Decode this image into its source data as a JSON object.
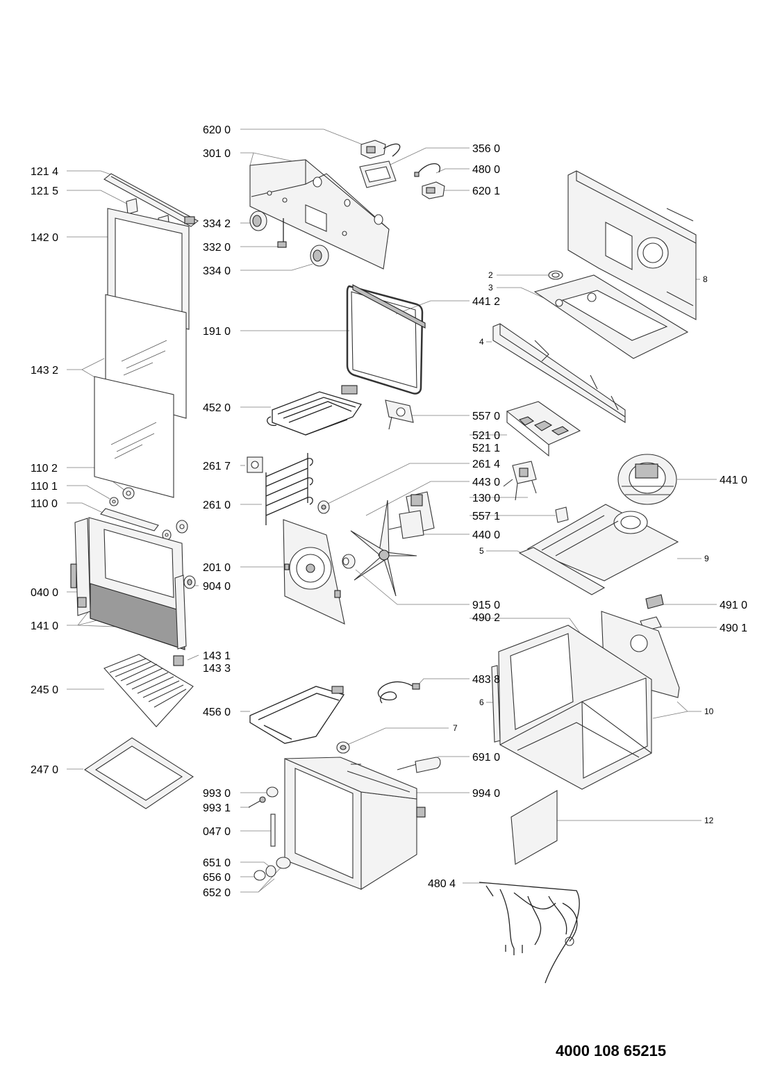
{
  "labels": [
    {
      "id": "l6200a",
      "text": "620 0"
    },
    {
      "id": "l3010",
      "text": "301 0"
    },
    {
      "id": "l3560",
      "text": "356 0"
    },
    {
      "id": "l1214",
      "text": "121 4"
    },
    {
      "id": "l4800",
      "text": "480 0"
    },
    {
      "id": "l1215",
      "text": "121 5"
    },
    {
      "id": "l6201",
      "text": "620 1"
    },
    {
      "id": "l3342",
      "text": "334 2"
    },
    {
      "id": "l1420",
      "text": "142 0"
    },
    {
      "id": "l3320",
      "text": "332 0"
    },
    {
      "id": "l3340",
      "text": "334 0"
    },
    {
      "id": "l2",
      "text": "2"
    },
    {
      "id": "l8",
      "text": "8"
    },
    {
      "id": "l3",
      "text": "3"
    },
    {
      "id": "l4412",
      "text": "441 2"
    },
    {
      "id": "l1910",
      "text": "191 0"
    },
    {
      "id": "l4",
      "text": "4"
    },
    {
      "id": "l1432",
      "text": "143 2"
    },
    {
      "id": "l4520",
      "text": "452 0"
    },
    {
      "id": "l5570",
      "text": "557 0"
    },
    {
      "id": "l5210",
      "text": "521 0"
    },
    {
      "id": "l5211",
      "text": "521 1"
    },
    {
      "id": "l1102",
      "text": "110 2"
    },
    {
      "id": "l2617",
      "text": "261 7"
    },
    {
      "id": "l2614",
      "text": "261 4"
    },
    {
      "id": "l4430",
      "text": "443 0"
    },
    {
      "id": "l4410",
      "text": "441 0"
    },
    {
      "id": "l1101",
      "text": "110 1"
    },
    {
      "id": "l1300",
      "text": "130 0"
    },
    {
      "id": "l1100",
      "text": "110 0"
    },
    {
      "id": "l2610",
      "text": "261 0"
    },
    {
      "id": "l5571",
      "text": "557 1"
    },
    {
      "id": "l4400",
      "text": "440 0"
    },
    {
      "id": "l5",
      "text": "5"
    },
    {
      "id": "l9",
      "text": "9"
    },
    {
      "id": "l2010",
      "text": "201 0"
    },
    {
      "id": "l0400",
      "text": "040 0"
    },
    {
      "id": "l9040",
      "text": "904 0"
    },
    {
      "id": "l9150",
      "text": "915 0"
    },
    {
      "id": "l4910",
      "text": "491 0"
    },
    {
      "id": "l4902",
      "text": "490 2"
    },
    {
      "id": "l1410",
      "text": "141 0"
    },
    {
      "id": "l4901",
      "text": "490 1"
    },
    {
      "id": "l1431",
      "text": "143 1"
    },
    {
      "id": "l1433",
      "text": "143 3"
    },
    {
      "id": "l2450",
      "text": "245 0"
    },
    {
      "id": "l4838",
      "text": "483 8"
    },
    {
      "id": "l6",
      "text": "6"
    },
    {
      "id": "l4560",
      "text": "456 0"
    },
    {
      "id": "l10",
      "text": "10"
    },
    {
      "id": "l7",
      "text": "7"
    },
    {
      "id": "l2470",
      "text": "247 0"
    },
    {
      "id": "l6910",
      "text": "691 0"
    },
    {
      "id": "l9930",
      "text": "993 0"
    },
    {
      "id": "l9940",
      "text": "994 0"
    },
    {
      "id": "l9931",
      "text": "993 1"
    },
    {
      "id": "l0470",
      "text": "047 0"
    },
    {
      "id": "l12",
      "text": "12"
    },
    {
      "id": "l6510",
      "text": "651 0"
    },
    {
      "id": "l6560",
      "text": "656 0"
    },
    {
      "id": "l6520",
      "text": "652 0"
    },
    {
      "id": "l4804",
      "text": "480 4"
    }
  ],
  "document_number": "4000 108 65215"
}
